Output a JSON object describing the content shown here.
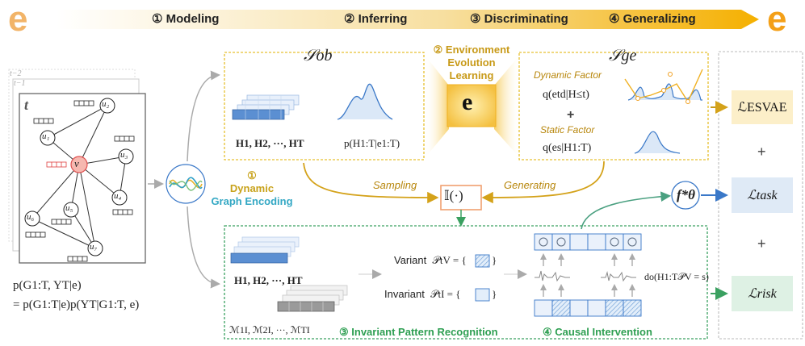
{
  "logo_letter": "e",
  "stages": [
    {
      "num": "①",
      "label": "Modeling"
    },
    {
      "num": "②",
      "label": "Inferring"
    },
    {
      "num": "③",
      "label": "Discriminating"
    },
    {
      "num": "④",
      "label": "Generalizing"
    }
  ],
  "graph": {
    "time_labels": [
      "t−2",
      "t−1",
      "t"
    ],
    "center_node": "v",
    "nodes": [
      "u₁",
      "u₂",
      "u₃",
      "u₄",
      "u₅",
      "u₆",
      "u₇"
    ]
  },
  "formula": {
    "line1": "p(G1:T, YT|e)",
    "line2": "= p(G1:T|e)p(YT|G1:T, e)"
  },
  "encoding": {
    "num": "①",
    "line1": "Dynamic",
    "line2": "Graph Encoding"
  },
  "ob_panel": {
    "title": "𝒮ob",
    "sequence": "H1, H2, ···, HT",
    "prob": "p(H1:T|e1:T)"
  },
  "env": {
    "num": "②",
    "line1": "Environment",
    "line2": "Evolution",
    "line3": "Learning",
    "box_letter": "e"
  },
  "ge_panel": {
    "title": "𝒮ge",
    "dynamic_label": "Dynamic Factor",
    "dynamic_expr": "q(etd|H≤t)",
    "plus": "+",
    "static_label": "Static Factor",
    "static_expr": "q(es|H1:T)"
  },
  "flows": {
    "sampling": "Sampling",
    "generating": "Generating",
    "indicator": "𝕀(·)",
    "f_theta": "f*θ"
  },
  "bottom": {
    "sequence": "H1, H2, ···, HT",
    "masks": "ℳ1I, ℳ2I, ···, ℳTI",
    "variant_label": "Variant",
    "variant_expr": "𝒫tV = {",
    "invariant_label": "Invariant",
    "invariant_expr": "𝒫tI = {",
    "do_expr": "do(H1:T𝒫V = s)",
    "caption3": "③ Invariant Pattern Recognition",
    "caption4": "④ Causal Intervention"
  },
  "losses": [
    "ℒESVAE",
    "+",
    "ℒtask",
    "+",
    "ℒrisk"
  ],
  "colors": {
    "gold": "#e0b120",
    "green": "#3aa060",
    "blue": "#3a78c8",
    "orange": "#f08c00",
    "loss_ochre": "#fcefc9",
    "loss_blue": "#dfeaf6",
    "loss_green": "#def1e4"
  }
}
